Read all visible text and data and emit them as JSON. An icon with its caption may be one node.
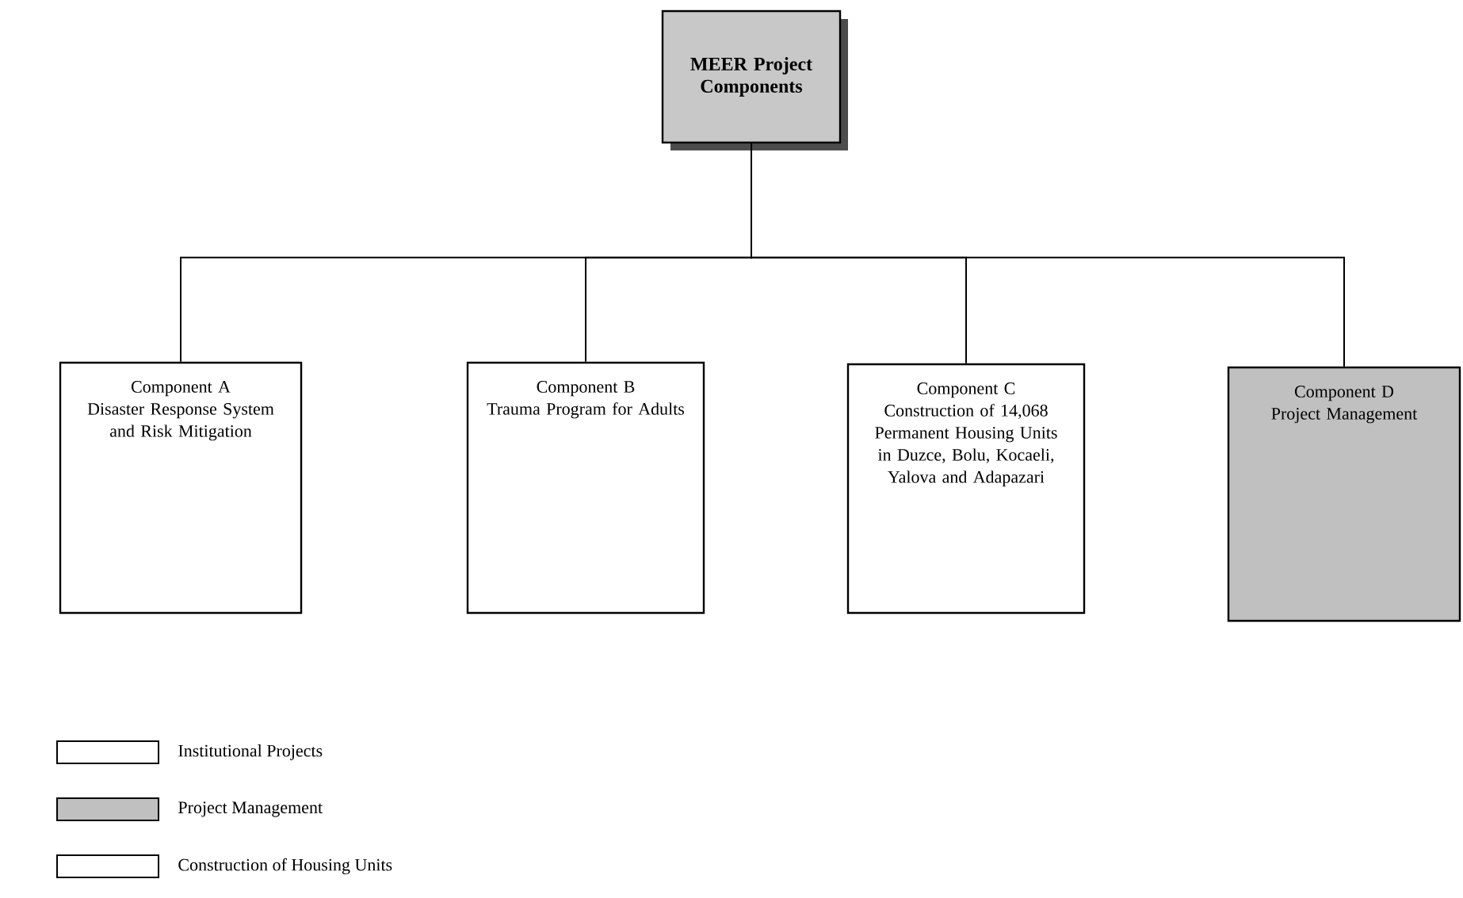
{
  "diagram": {
    "nodes": [
      {
        "text": [
          "MEER Project Components"
        ]
      },
      {
        "text": [
          "Component A",
          "Disaster Response System and Risk Mitigation"
        ]
      },
      {
        "text": [
          "Component B",
          "Trauma Program for Adults"
        ]
      },
      {
        "text": [
          "Component C",
          "Construction of 14,068 Permanent Housing Units in Duzce, Bolu, Kocaeli, Yalova and Adapazari"
        ]
      },
      {
        "text": [
          "Component D",
          "Project Management"
        ]
      }
    ],
    "edges": [
      {
        "from": 0,
        "to": 1,
        "arrow": "none"
      },
      {
        "from": 0,
        "to": 2,
        "arrow": "none"
      },
      {
        "from": 0,
        "to": 3,
        "arrow": "none"
      },
      {
        "from": 0,
        "to": 4,
        "arrow": "none"
      }
    ],
    "legend": [
      {
        "text": "Institutional Projects"
      },
      {
        "text": "Project Management",
        "color": "#c0c0c0"
      },
      {
        "text": "Construction of Housing Units"
      }
    ]
  }
}
